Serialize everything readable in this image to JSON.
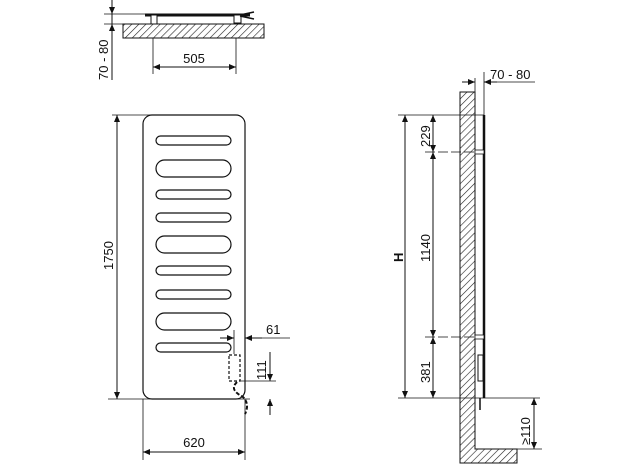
{
  "drawing": {
    "top_view": {
      "wall_offset_label": "70 - 80",
      "bracket_spacing_label": "505"
    },
    "front_view": {
      "height_label": "1750",
      "width_label": "620",
      "connection_offset_label": "61",
      "connection_height_label": "111",
      "bar_count": 9
    },
    "side_view": {
      "wall_offset_label": "70 - 80",
      "total_height_label": "H",
      "top_bracket_label": "229",
      "bracket_spacing_label": "1140",
      "bottom_bracket_label": "381",
      "floor_clearance_label": "≥110"
    }
  },
  "colors": {
    "line": "#111111",
    "hatch": "#222222",
    "background": "#ffffff"
  }
}
